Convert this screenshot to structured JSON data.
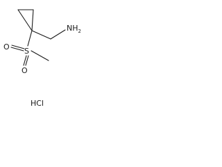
{
  "molecule": {
    "amine": {
      "element": "N",
      "hydrogen": "H",
      "h_count": "2"
    },
    "sulfur": "S",
    "oxygen_upper": "O",
    "oxygen_lower": "O"
  },
  "salt": "HCl"
}
